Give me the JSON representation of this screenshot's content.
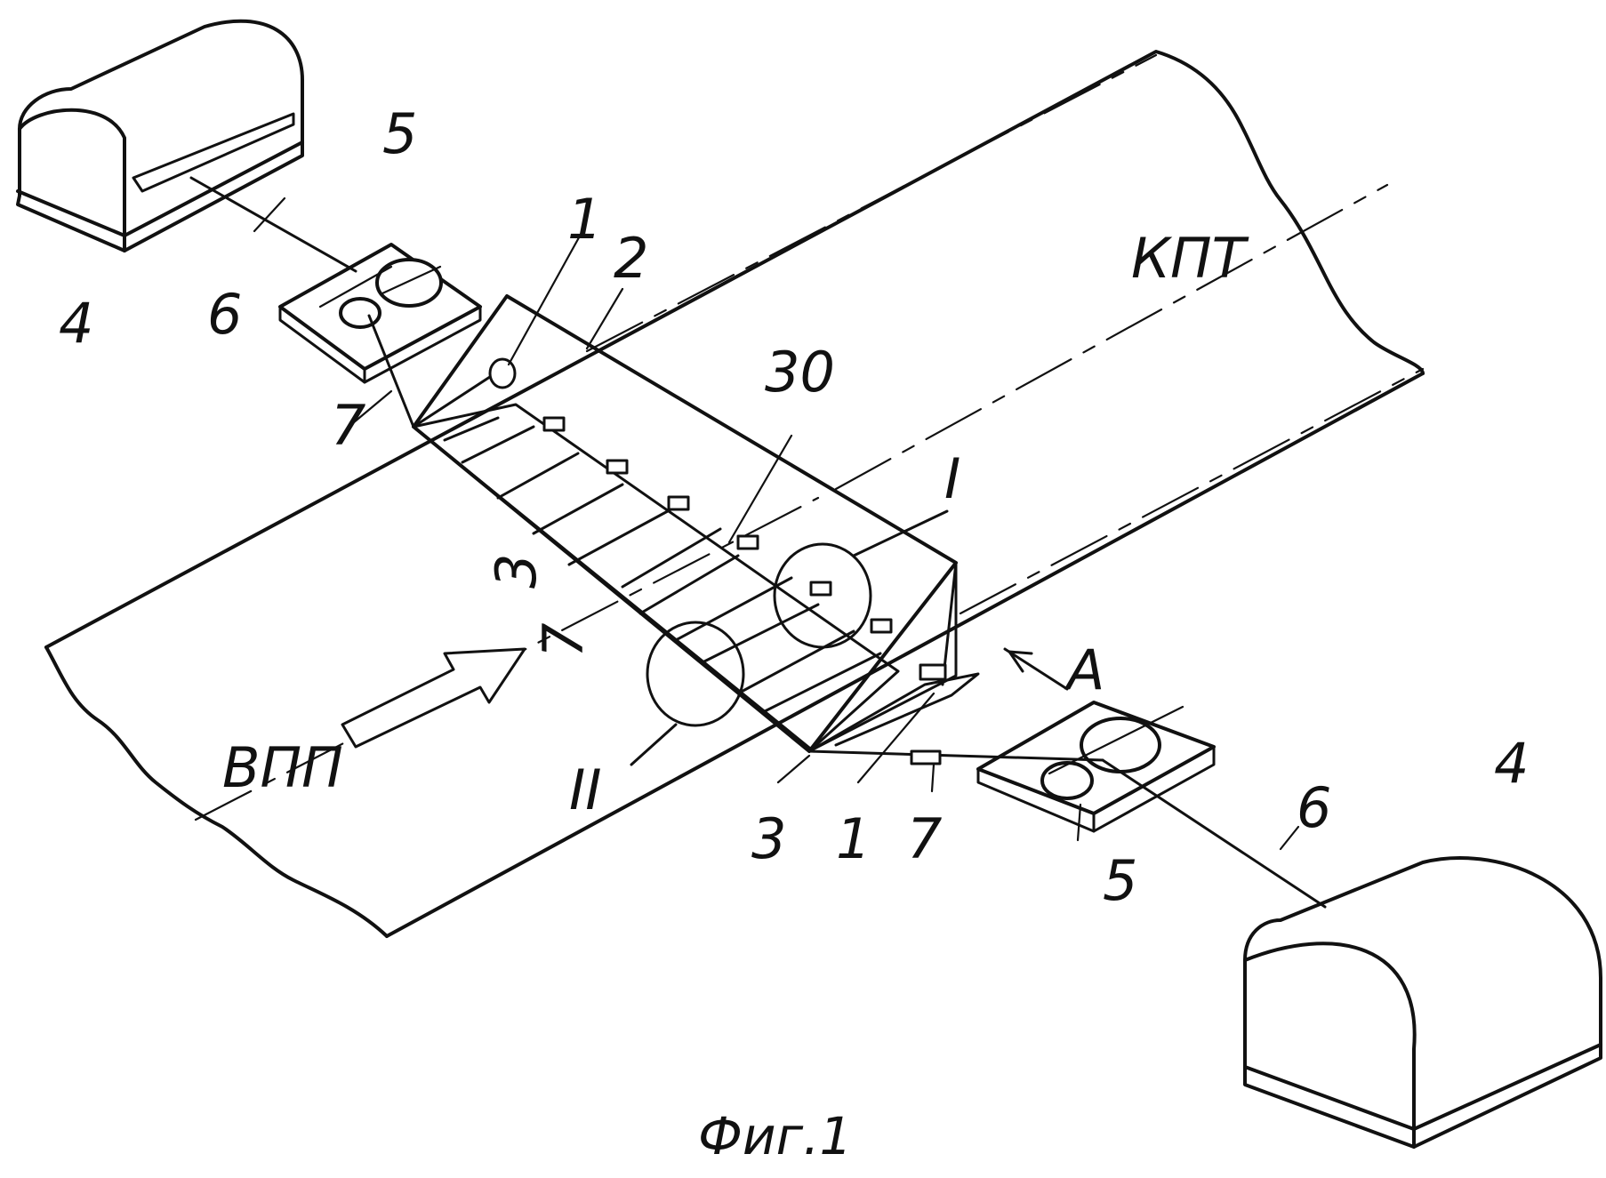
{
  "labels": {
    "l1a": "1",
    "l1b": "1",
    "l2": "2",
    "l3a": "3",
    "l3b": "3",
    "l4a": "4",
    "l4b": "4",
    "l5a": "5",
    "l5b": "5",
    "l6a": "6",
    "l6b": "6",
    "l7a": "7",
    "l7b": "7",
    "l7c": "7",
    "l30": "30",
    "lI": "I",
    "lII": "II",
    "lA": "A",
    "vpp": "ВПП",
    "kpt": "КПТ"
  },
  "caption": "Фиг.1"
}
